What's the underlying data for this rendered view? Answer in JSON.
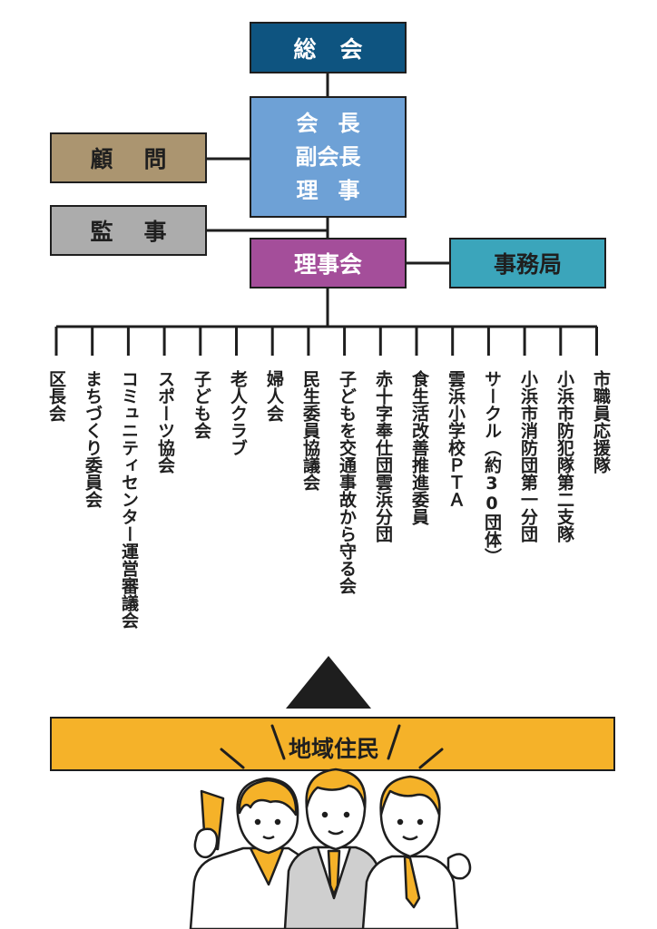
{
  "nodes": {
    "soukai": "総会",
    "officers": [
      "会長",
      "副会長",
      "理事"
    ],
    "komon": "顧問",
    "kanji": "監事",
    "rijikai": "理事会",
    "jimukyoku": "事務局"
  },
  "members": [
    "区長会",
    "まちづくり委員会",
    "コミュニティセンター運営審議会",
    "スポーツ協会",
    "子ども会",
    "老人クラブ",
    "婦人会",
    "民生委員協議会",
    "子どもを交通事故から守る会",
    "赤十字奉仕団雲浜分団",
    "食生活改善推進委員",
    "雲浜小学校ＰＴＡ",
    "サークル（約30団体）",
    "小浜市消防団第一分団",
    "小浜市防犯隊第二支隊",
    "市職員応援隊"
  ],
  "residents": "地域住民",
  "colors": {
    "soukai": "#0e5480",
    "officers": "#6ea1d6",
    "komon": "#ab9570",
    "kanji": "#acacac",
    "rijikai": "#a44e9a",
    "jimukyoku": "#3ba5bb",
    "banner": "#f5b229"
  },
  "icons": [
    "upward-triangle-icon",
    "residents-illustration-icon"
  ]
}
